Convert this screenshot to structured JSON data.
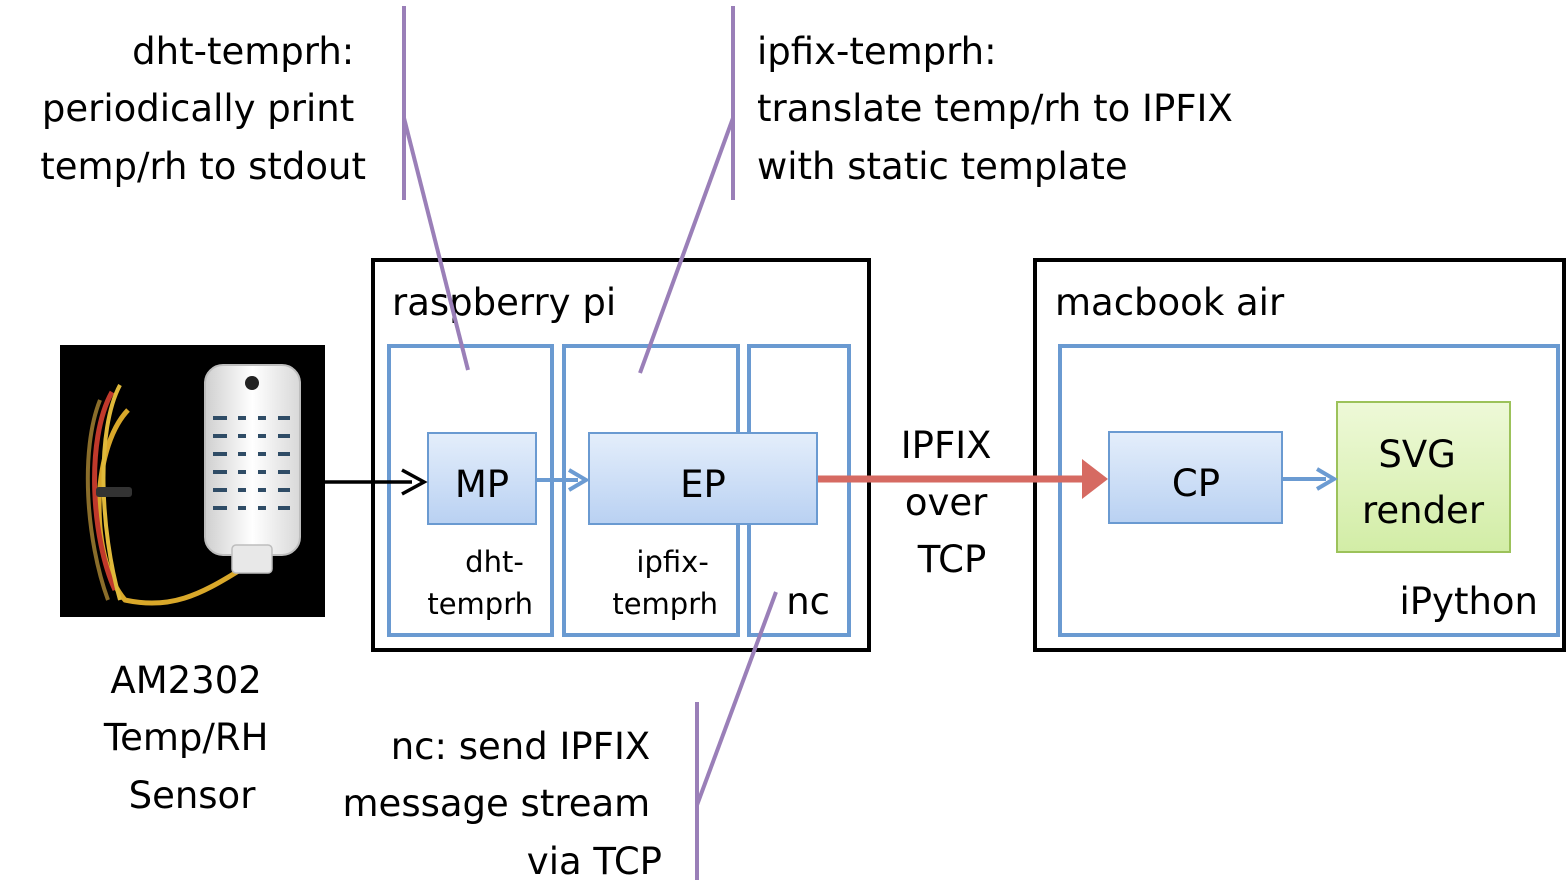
{
  "annotations": {
    "dht_temprh": [
      "dht-temprh:",
      "periodically print",
      "temp/rh to stdout"
    ],
    "ipfix_temprh": [
      "ipfix-temprh:",
      "translate temp/rh to IPFIX",
      "with static template"
    ],
    "nc": [
      "nc: send IPFIX",
      "message stream",
      "via TCP"
    ]
  },
  "sensor": {
    "label": [
      "AM2302",
      "Temp/RH",
      "Sensor"
    ]
  },
  "raspberry_pi": {
    "title": "raspberry pi",
    "processes": {
      "dht": [
        "dht-",
        "temprh"
      ],
      "ipfix": [
        "ipfix-",
        "temprh"
      ],
      "nc": "nc"
    },
    "mp": "MP",
    "ep": "EP"
  },
  "link": [
    "IPFIX",
    "over",
    "TCP"
  ],
  "macbook": {
    "title": "macbook air",
    "env": "iPython",
    "cp": "CP",
    "svg": [
      "SVG",
      "render"
    ]
  },
  "colors": {
    "frame": "#000000",
    "process_border": "#6a9ad1",
    "node_fill": "#cfe0f7",
    "node_border": "#6a9ad1",
    "svg_fill": "#e2f4bf",
    "svg_border": "#9cc25a",
    "callout": "#9a7fb8",
    "ipfix_arrow": "#d66a62",
    "flow_arrow": "#6b9bd2"
  }
}
